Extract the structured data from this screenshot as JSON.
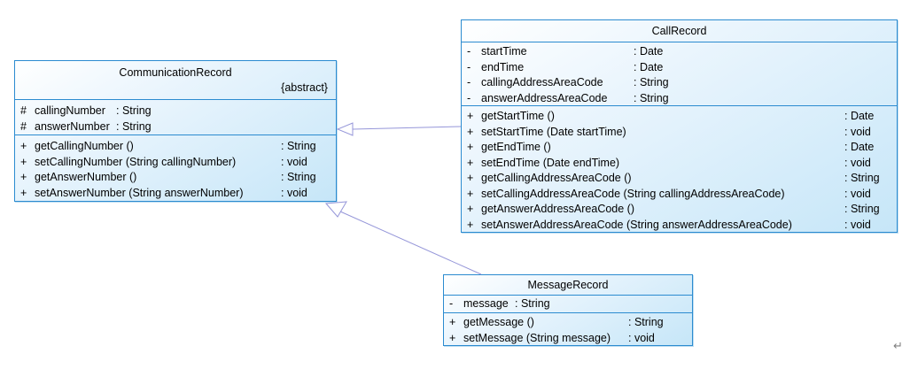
{
  "page": {
    "return_mark": "↵"
  },
  "colors": {
    "box_border": "#2b8bd0",
    "box_fill_top": "#ffffff",
    "box_fill_bottom": "#c6e6f8",
    "edge_line": "#9596d9",
    "text": "#000000",
    "return_mark": "#7f7f7f"
  },
  "diagram": {
    "type": "uml-class-diagram",
    "classes": [
      {
        "name": "CommunicationRecord",
        "stereotype": "{abstract}",
        "attributes": [
          {
            "vis": "#",
            "name": "callingNumber",
            "type": ": String"
          },
          {
            "vis": "#",
            "name": "answerNumber",
            "type": ": String"
          }
        ],
        "methods": [
          {
            "vis": "+",
            "name": "getCallingNumber ()",
            "type": ": String"
          },
          {
            "vis": "+",
            "name": "setCallingNumber (String callingNumber)",
            "type": ": void"
          },
          {
            "vis": "+",
            "name": "getAnswerNumber ()",
            "type": ": String"
          },
          {
            "vis": "+",
            "name": "setAnswerNumber (String answerNumber)",
            "type": ": void"
          }
        ]
      },
      {
        "name": "CallRecord",
        "stereotype": "",
        "attributes": [
          {
            "vis": "-",
            "name": "startTime",
            "type": ": Date"
          },
          {
            "vis": "-",
            "name": "endTime",
            "type": ": Date"
          },
          {
            "vis": "-",
            "name": "callingAddressAreaCode",
            "type": ": String"
          },
          {
            "vis": "-",
            "name": "answerAddressAreaCode",
            "type": ": String"
          }
        ],
        "methods": [
          {
            "vis": "+",
            "name": "getStartTime ()",
            "type": ": Date"
          },
          {
            "vis": "+",
            "name": "setStartTime (Date startTime)",
            "type": ": void"
          },
          {
            "vis": "+",
            "name": "getEndTime ()",
            "type": ": Date"
          },
          {
            "vis": "+",
            "name": "setEndTime (Date endTime)",
            "type": ": void"
          },
          {
            "vis": "+",
            "name": "getCallingAddressAreaCode ()",
            "type": ": String"
          },
          {
            "vis": "+",
            "name": "setCallingAddressAreaCode (String callingAddressAreaCode)",
            "type": ": void"
          },
          {
            "vis": "+",
            "name": "getAnswerAddressAreaCode ()",
            "type": ": String"
          },
          {
            "vis": "+",
            "name": "setAnswerAddressAreaCode (String answerAddressAreaCode)",
            "type": ": void"
          }
        ]
      },
      {
        "name": "MessageRecord",
        "stereotype": "",
        "attributes": [
          {
            "vis": "-",
            "name": "message",
            "type": ": String"
          }
        ],
        "methods": [
          {
            "vis": "+",
            "name": "getMessage ()",
            "type": ": String"
          },
          {
            "vis": "+",
            "name": "setMessage (String message)",
            "type": ": void"
          }
        ]
      }
    ],
    "relationships": [
      {
        "type": "generalization",
        "from": "CallRecord",
        "to": "CommunicationRecord"
      },
      {
        "type": "generalization",
        "from": "MessageRecord",
        "to": "CommunicationRecord"
      }
    ]
  }
}
